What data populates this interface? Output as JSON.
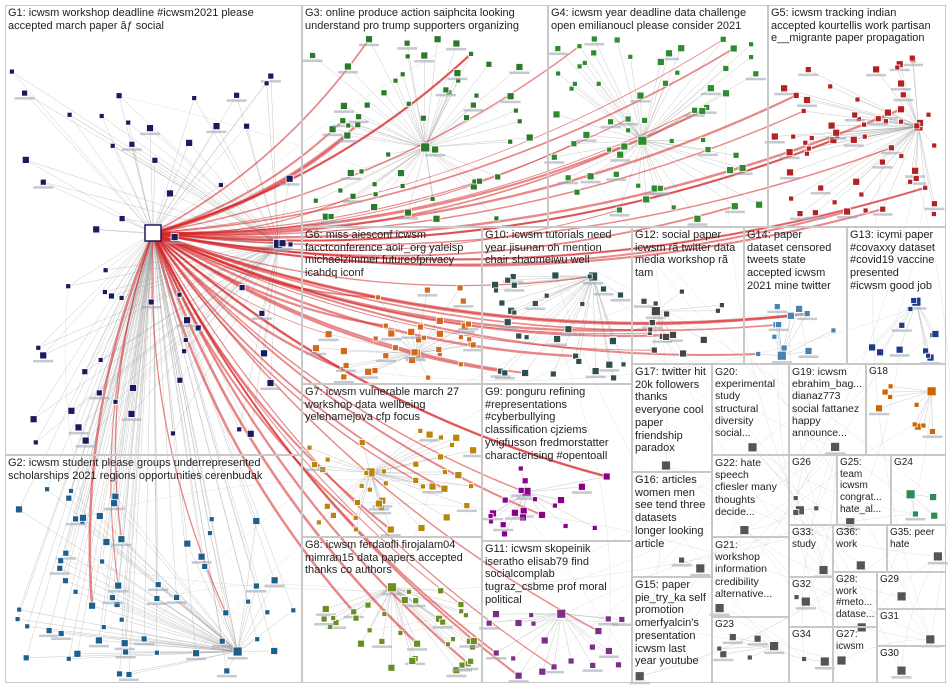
{
  "graph": {
    "groups": [
      {
        "id": "G1",
        "label": "G1: icwsm workshop deadline #icwsm2021 please\naccepted march paper âƒ social",
        "color": "#1a1a5e"
      },
      {
        "id": "G2",
        "label": "G2: icwsm student please groups underrepresented\nscholarships 2021 regions opportunities cerenbudak",
        "color": "#1f5f8b"
      },
      {
        "id": "G3",
        "label": "G3: online produce action saiphcita looking\nunderstand pro trump supporters organizing",
        "color": "#2a7a2a"
      },
      {
        "id": "G4",
        "label": "G4: icwsm year deadline data challenge\nopen emilianoucl please consider 2021",
        "color": "#2e8b2e"
      },
      {
        "id": "G5",
        "label": "G5: icwsm tracking indian\naccepted kourtellis work partisan\ne__migrante paper propagation",
        "color": "#b22222"
      },
      {
        "id": "G6",
        "label": "G6: miss aiesconf icwsm\nfacctconference aoir_org yaleisp\nmichaelzimmer futureofprivacy\nicahdq iconf",
        "color": "#d2691e"
      },
      {
        "id": "G7",
        "label": "G7: icwsm vulnerable march 27\nworkshop data wellbeing\nyelenamejova cfp focus",
        "color": "#b8860b"
      },
      {
        "id": "G8",
        "label": "G8: icwsm ferdaofli firojalam04\nmimran15 data papers accepted\nthanks co authors",
        "color": "#6b8e23"
      },
      {
        "id": "G9",
        "label": "G9: ponguru refining\n#representations\n#cyberbullying\nclassification cjziems\nyvigfusson fredmorstatter\ncharacterising #opentoall",
        "color": "#8b008b"
      },
      {
        "id": "G10",
        "label": "G10: icwsm tutorials need\nyear jisunan oh mention\nchair shaomeiwu well",
        "color": "#2f4f4f"
      },
      {
        "id": "G11",
        "label": "G11: icwsm skopeinik\niseratho elisab79 find\nsocialcomplab\ntugraz_csbme prof moral\npolitical",
        "color": "#7b2f8b"
      },
      {
        "id": "G12",
        "label": "G12: social paper\nicwsm rã twitter data\nmedia workshop rã\ntam",
        "color": "#444444"
      },
      {
        "id": "G13",
        "label": "G13: icymi paper\n#covaxxy dataset\n#covid19 vaccine\npresented\n#icwsm good job",
        "color": "#1e3a8a"
      },
      {
        "id": "G14",
        "label": "G14: paper\ndataset censored\ntweets state\naccepted icwsm\n2021 mine twitter",
        "color": "#4682b4"
      },
      {
        "id": "G15",
        "label": "G15: paper\npie_try_ka self\npromotion\nomerfyalcin's\npresentation\nicwsm last\nyear youtube",
        "color": "#555555"
      },
      {
        "id": "G16",
        "label": "G16: articles\nwomen men\nsee tend three\ndatasets\nlonger looking\narticle",
        "color": "#555555"
      },
      {
        "id": "G17",
        "label": "G17: twitter hit\n20k followers\nthanks\neveryone cool\npaper\nfriendship\nparadox",
        "color": "#555555"
      },
      {
        "id": "G18",
        "label": "G18",
        "color": "#cc6600"
      },
      {
        "id": "G19",
        "label": "G19: icwsm\nebrahim_bag...\ndianaz773\nsocial fattanez\nhappy\nannounce...",
        "color": "#555555"
      },
      {
        "id": "G20",
        "label": "G20:\nexperimental\nstudy\nstructural\ndiversity\nsocial...",
        "color": "#555555"
      },
      {
        "id": "G21",
        "label": "G21:\nworkshop\ninformation\ncredibility\nalternative...",
        "color": "#555555"
      },
      {
        "id": "G22",
        "label": "G22: hate\nspeech\ncfiesler many\nthoughts\ndecide...",
        "color": "#555555"
      },
      {
        "id": "G23",
        "label": "G23",
        "color": "#555555"
      },
      {
        "id": "G24",
        "label": "G24",
        "color": "#2e8b57"
      },
      {
        "id": "G25",
        "label": "G25:\nteam\nicwsm\ncongrat...\nhate_al...",
        "color": "#555555"
      },
      {
        "id": "G26",
        "label": "G26",
        "color": "#555555"
      },
      {
        "id": "G27",
        "label": "G27:\nicwsm",
        "color": "#555555"
      },
      {
        "id": "G28",
        "label": "G28:\nwork\n#meto...\ndatase...",
        "color": "#555555"
      },
      {
        "id": "G29",
        "label": "G29",
        "color": "#555555"
      },
      {
        "id": "G30",
        "label": "G30",
        "color": "#555555"
      },
      {
        "id": "G31",
        "label": "G31",
        "color": "#555555"
      },
      {
        "id": "G32",
        "label": "G32",
        "color": "#555555"
      },
      {
        "id": "G33",
        "label": "G33:\nstudy",
        "color": "#555555"
      },
      {
        "id": "G34",
        "label": "G34",
        "color": "#555555"
      },
      {
        "id": "G35",
        "label": "G35: peer\nhate",
        "color": "#555555"
      },
      {
        "id": "G36",
        "label": "G36:\nwork",
        "color": "#555555"
      }
    ],
    "edge_color_strong": "#d62728",
    "edge_color_weak": "#9a9a9a",
    "hub_group": "G1"
  }
}
